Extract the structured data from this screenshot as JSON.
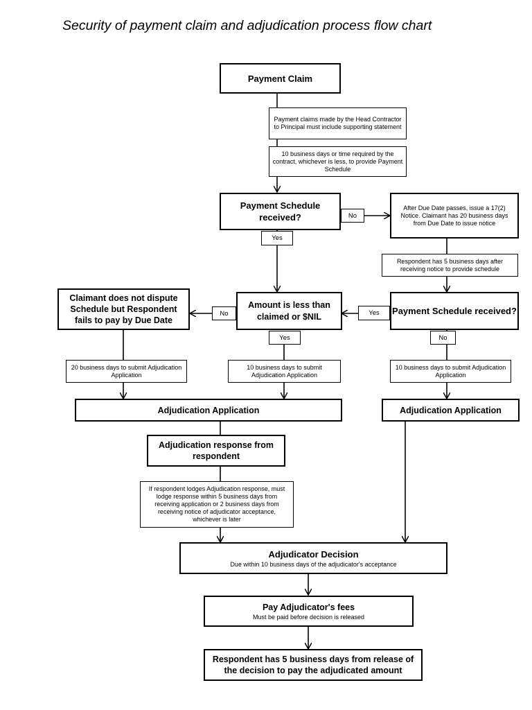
{
  "title": "Security of payment claim and adjudication process flow chart",
  "nodes": {
    "payment_claim": "Payment Claim",
    "note_head_contractor": "Payment claims made by the Head Contractor to Principal must include supporting statement",
    "note_10_days_schedule": "10 business days or time required by the contract, whichever is less, to provide Payment Schedule",
    "schedule_received_1": "Payment Schedule received?",
    "after_due_date": "After Due Date passes, issue a 17(2) Notice. Claimant has 20 business days from Due Date to issue notice",
    "note_respondent_5_days": "Respondent has 5 business days after receiving notice to provide schedule",
    "schedule_received_2": "Payment Schedule received?",
    "amount_less": "Amount is less than claimed or $NIL",
    "claimant_no_dispute": "Claimant does not dispute Schedule but Respondent fails to pay by Due Date",
    "note_20_days_left": "20 business days to submit Adjudication Application",
    "note_10_days_mid": "10 business days to submit Adjudication Application",
    "note_10_days_right": "10 business days to submit Adjudication Application",
    "adj_app_left": "Adjudication Application",
    "adj_app_right": "Adjudication Application",
    "adj_response": "Adjudication response from respondent",
    "note_response_lodge": "If respondent lodges Adjudication response, must lodge response within 5 business days from receiving application or 2 business days from receiving notice of adjudicator acceptance, whichever is later",
    "adj_decision": "Adjudicator Decision",
    "adj_decision_sub": "Due within 10 business days of the adjudicator's acceptance",
    "pay_fees": "Pay Adjudicator's fees",
    "pay_fees_sub": "Must be paid before decision is released",
    "respondent_pay": "Respondent has 5 business days from release of the decision to pay the adjudicated amount"
  },
  "labels": {
    "no_1": "No",
    "yes_1": "Yes",
    "no_left": "No",
    "yes_right": "Yes",
    "yes_mid": "Yes",
    "no_right": "No"
  }
}
